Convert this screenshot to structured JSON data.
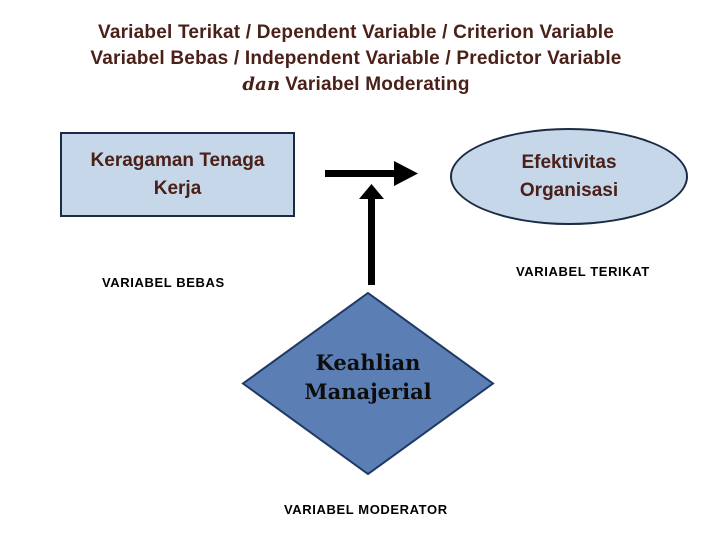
{
  "slide": {
    "title": {
      "line1": "Variabel Terikat / Dependent Variable / Criterion Variable",
      "line2": "Variabel Bebas / Independent Variable / Predictor Variable",
      "line3_script": "dan",
      "line3_text": "Variabel Moderating"
    },
    "nodes": {
      "independent": {
        "label": "Keragaman Tenaga Kerja",
        "caption": "VARIABEL BEBAS"
      },
      "dependent": {
        "label": "Efektivitas Organisasi",
        "caption": "VARIABEL TERIKAT"
      },
      "moderator": {
        "label_line1": "Keahlian",
        "label_line2": "Manajerial",
        "caption": "VARIABEL MODERATOR"
      }
    },
    "colors": {
      "background": "#ffffff",
      "title_text": "#4a2018",
      "node_fill": "#c6d7e9",
      "node_border": "#1c2b44",
      "diamond_fill": "#5b7fb5",
      "diamond_border": "#1f3864",
      "arrow": "#000000",
      "caption_text": "#000000"
    }
  }
}
